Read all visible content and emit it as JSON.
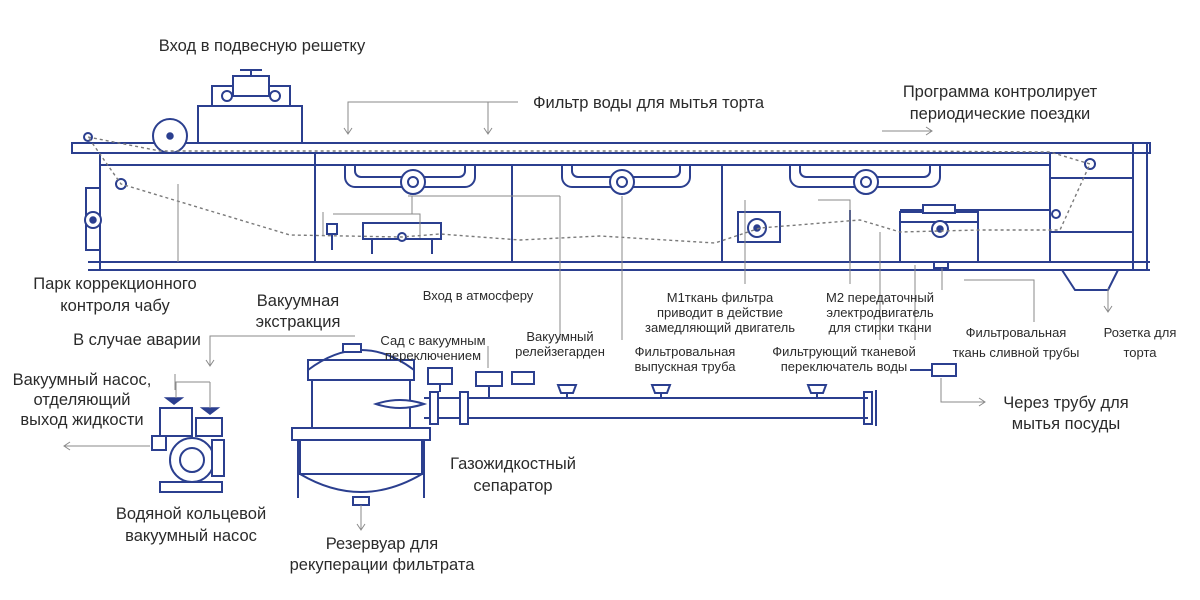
{
  "labels": {
    "suspension_grid_inlet": "Вход в подвесную решетку",
    "cake_wash_filter": "Фильтр воды для мытья торта",
    "program_control_1": "Программа контролирует",
    "program_control_2": "периодические поездки",
    "correction_park_1": "Парк коррекционного",
    "correction_park_2": "контроля чабу",
    "vacuum_extraction_1": "Вакуумная",
    "vacuum_extraction_2": "экстракция",
    "atmosphere_inlet": "Вход в атмосферу",
    "m1_motor_1": "М1ткань фильтра",
    "m1_motor_2": "приводит в действие",
    "m1_motor_3": "замедляющий двигатель",
    "m2_motor_1": "М2 передаточный",
    "m2_motor_2": "электродвигатель",
    "m2_motor_3": "для стирки ткани",
    "cake_outlet_1": "Розетка для",
    "cake_outlet_2": "торта",
    "emergency": "В случае аварии",
    "vacuum_switch_1": "Сад с вакуумным",
    "vacuum_switch_2": "переключением",
    "vacuum_relay_1": "Вакуумный",
    "vacuum_relay_2": "релейзегарден",
    "filter_outlet_pipe_1": "Фильтровальная",
    "filter_outlet_pipe_2": "выпускная труба",
    "cloth_switch_1": "Фильтрующий тканевой",
    "cloth_switch_2": "переключатель воды",
    "cloth_drain_1": "Фильтровальная",
    "cloth_drain_2": "ткань сливной трубы",
    "vacuum_pump_drain_1": "Вакуумный насос,",
    "vacuum_pump_drain_2": "отделяющий",
    "vacuum_pump_drain_3": "выход жидкости",
    "dish_wash_pipe_1": "Через трубу для",
    "dish_wash_pipe_2": "мытья посуды",
    "gas_liquid_separator_1": "Газожидкостный",
    "gas_liquid_separator_2": "сепаратор",
    "water_ring_pump_1": "Водяной кольцевой",
    "water_ring_pump_2": "вакуумный насос",
    "filtrate_tank_1": "Резервуар для",
    "filtrate_tank_2": "рекуперации фильтрата"
  }
}
